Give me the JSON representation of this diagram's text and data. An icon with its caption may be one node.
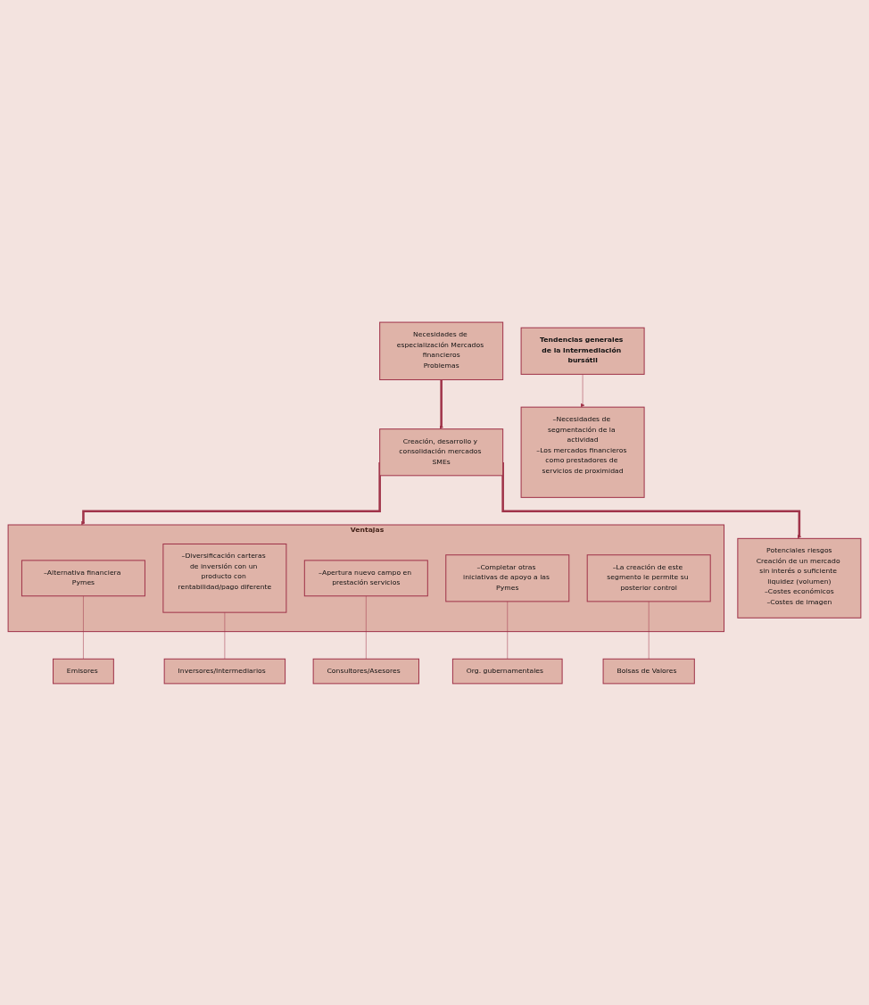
{
  "diagram": {
    "nodes": [
      {
        "text": [
          "Necesidades de especialización Mercados financieros",
          "Problemas"
        ]
      },
      {
        "text": [
          "Creación, desarrollo y consolidación mercados SMEs"
        ]
      },
      {
        "text": [
          "Potenciales riesgos",
          "Creación de un mercado sin interés o suficiente liquidez (volumen)",
          "–Costes económicos",
          "–Costes de imagen"
        ]
      },
      {
        "text": [
          "Ventajas"
        ]
      },
      {
        "text": [
          "–Alternativa financiera Pymes"
        ],
        "in": 3
      },
      {
        "text": [
          "–Diversificación carteras de inversión con un producto con rentabilidad/pago diferente"
        ],
        "in": 3
      },
      {
        "text": [
          "–Apertura nuevo campo en prestación servicios"
        ],
        "in": 3
      },
      {
        "text": [
          "–Completar otras iniciativas de apoyo a las Pymes"
        ],
        "in": 3
      },
      {
        "text": [
          "–La creación de este segmento le permite su posterior control"
        ],
        "in": 3
      },
      {
        "text": [
          "Emisores"
        ]
      },
      {
        "text": [
          "Inversores/Intermediarios"
        ]
      },
      {
        "text": [
          "Consultores/Asesores"
        ]
      },
      {
        "text": [
          "Org. gubernamentales"
        ]
      },
      {
        "text": [
          "Bolsas de Valores"
        ]
      },
      {
        "text": [
          "Tendencias generales de la intermediación bursátil"
        ]
      },
      {
        "text": [
          "–Necesidades de segmentación de la actividad",
          "–Los mercados financieros como prestadores de servicios de proximidad"
        ]
      }
    ],
    "edges": [
      {
        "from": 0,
        "to": 1,
        "arrow": "to",
        "style": "thick"
      },
      {
        "from": 1,
        "to": 2,
        "arrow": "to",
        "style": "thick"
      },
      {
        "from": 1,
        "to": 3,
        "arrow": "to",
        "style": "thick"
      },
      {
        "from": 4,
        "to": 9,
        "arrow": "none"
      },
      {
        "from": 5,
        "to": 10,
        "arrow": "none"
      },
      {
        "from": 6,
        "to": 11,
        "arrow": "none"
      },
      {
        "from": 7,
        "to": 12,
        "arrow": "none"
      },
      {
        "from": 8,
        "to": 13,
        "arrow": "none"
      },
      {
        "from": 14,
        "to": 15,
        "arrow": "to"
      }
    ]
  }
}
